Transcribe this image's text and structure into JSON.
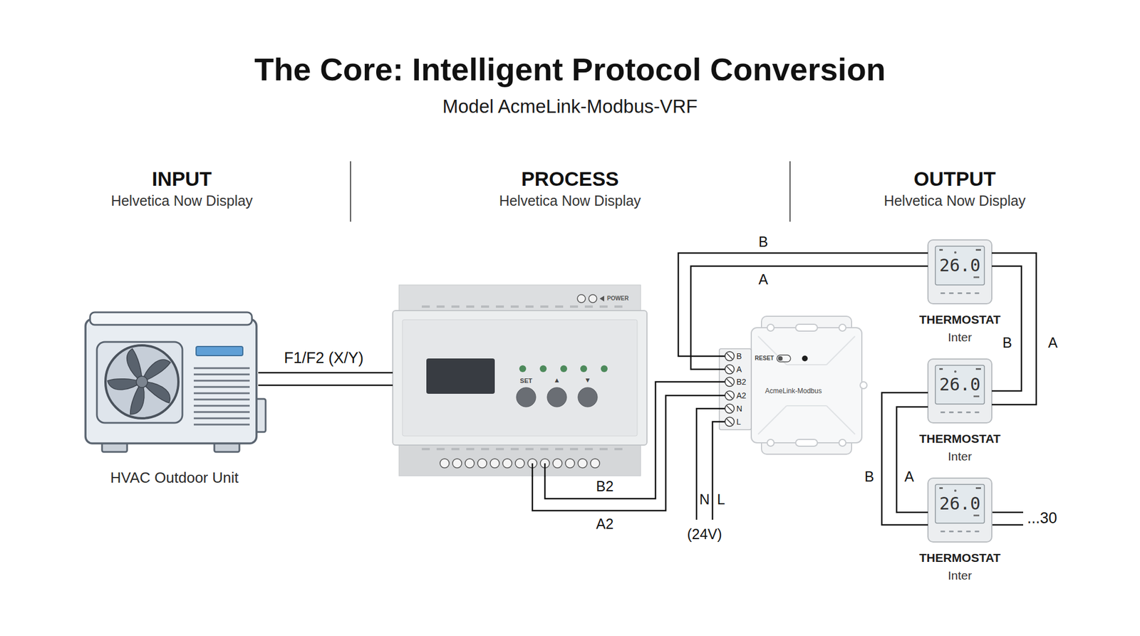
{
  "diagram": {
    "title": "The Core: Intelligent Protocol Conversion",
    "nodes": [
      {
        "text": [
          "HVAC Outdoor Unit"
        ]
      },
      {
        "text": [
          "SET",
          "▲",
          "▼",
          "POWER"
        ]
      },
      {
        "text": [
          "RESET",
          "AcmeLink-Modbus"
        ]
      },
      {
        "text": [
          "26.0",
          "THERMOSTAT",
          "Inter"
        ]
      },
      {
        "text": [
          "26.0",
          "THERMOSTAT",
          "Inter"
        ]
      },
      {
        "text": [
          "26.0",
          "THERMOSTAT",
          "Inter"
        ]
      }
    ],
    "edges": [
      {
        "from": 0,
        "to": 1,
        "label": "F1/F2 (X/Y)",
        "arrow": "none"
      },
      {
        "from": 1,
        "to": 2,
        "label": "B2",
        "arrow": "none"
      },
      {
        "from": 1,
        "to": 2,
        "label": "A2",
        "arrow": "none"
      },
      {
        "from": 2,
        "to": 3,
        "label": "B",
        "arrow": "none"
      },
      {
        "from": 2,
        "to": 3,
        "label": "A",
        "arrow": "none"
      },
      {
        "from": 3,
        "to": 4,
        "label": "B",
        "arrow": "none"
      },
      {
        "from": 3,
        "to": 4,
        "label": "A",
        "arrow": "none"
      },
      {
        "from": 4,
        "to": 5,
        "label": "B",
        "arrow": "none"
      },
      {
        "from": 4,
        "to": 5,
        "label": "A",
        "arrow": "none"
      }
    ],
    "labels": [
      "Model AcmeLink-Modbus-VRF",
      "INPUT",
      "Helvetica Now Display",
      "PROCESS",
      "Helvetica Now Display",
      "OUTPUT",
      "Helvetica Now Display",
      "B",
      "A",
      "B2",
      "A2",
      "N",
      "L",
      "N",
      "L",
      "(24V)",
      "...30"
    ]
  }
}
